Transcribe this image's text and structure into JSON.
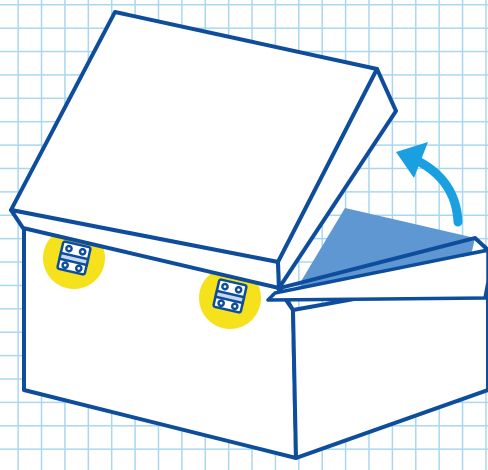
{
  "colors": {
    "grid_line": "#a8d8ef",
    "box_outline": "#0d4d9c",
    "box_fill": "#ffffff",
    "interior": "#5f97d3",
    "hinge_highlight": "#f5e21c",
    "arrow": "#1aa0e0"
  },
  "figure": {
    "subject": "open box",
    "parts": [
      "lid",
      "box-body",
      "hinge-left",
      "hinge-right",
      "paper-strip",
      "open-arrow"
    ]
  }
}
